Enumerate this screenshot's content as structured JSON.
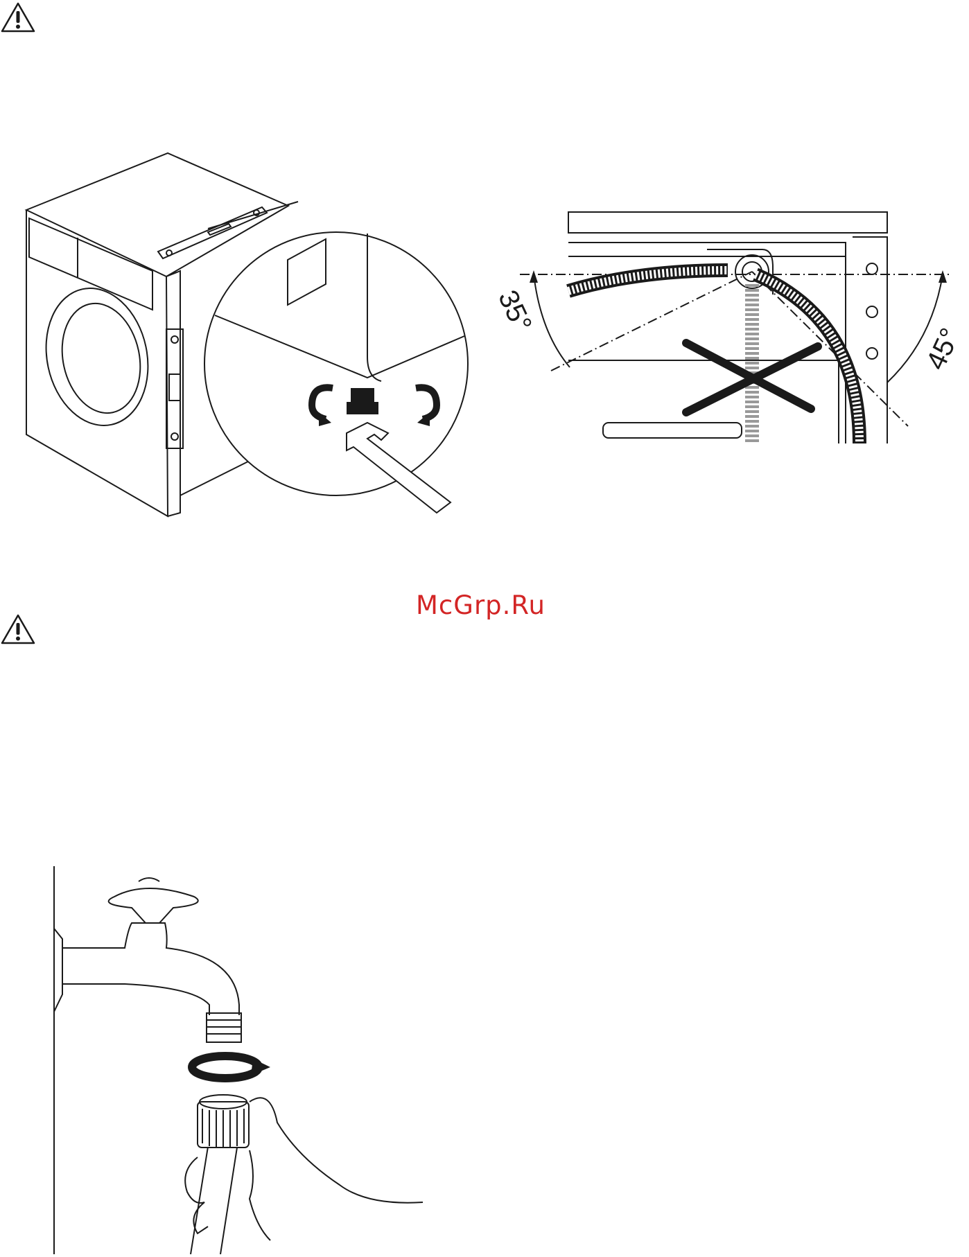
{
  "watermark": "McGrp.Ru",
  "hose_angles": {
    "left": "35°",
    "right": "45°"
  },
  "icons": {
    "warning_top": "warning-triangle-icon",
    "warning_middle": "warning-triangle-icon"
  }
}
